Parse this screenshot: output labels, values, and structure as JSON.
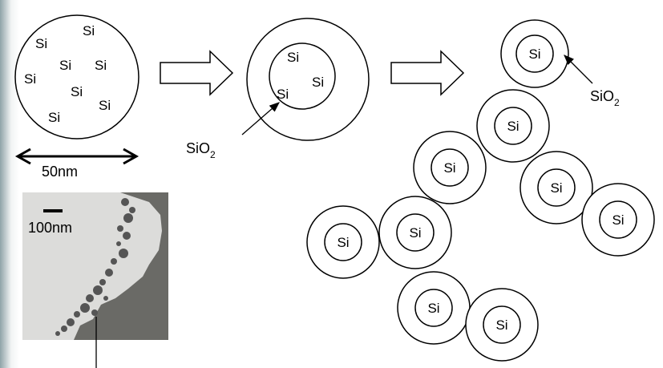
{
  "labels": {
    "si": "Si",
    "sio2": "SiO",
    "sio2_sub": "2",
    "scale_50": "50nm",
    "scale_100": "100nm"
  }
}
